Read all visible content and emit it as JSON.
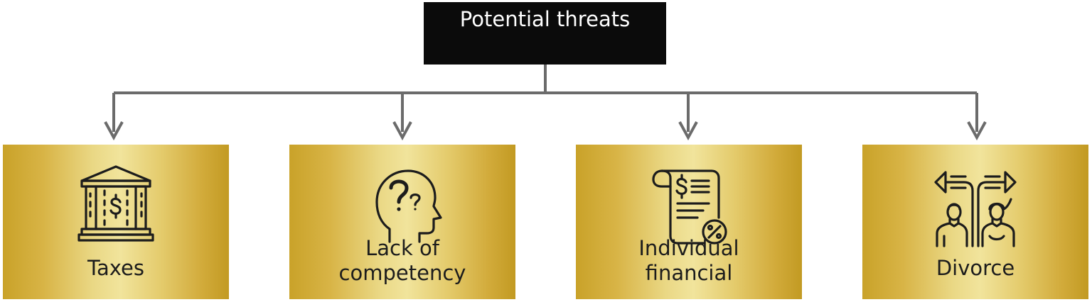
{
  "diagram": {
    "root": {
      "label": "Potential threats"
    },
    "children": [
      {
        "label": [
          "Taxes"
        ],
        "icon": "bank-icon"
      },
      {
        "label": [
          "Lack of",
          "competency"
        ],
        "icon": "head-question-icon"
      },
      {
        "label": [
          "Individual",
          "financial"
        ],
        "icon": "invoice-percent-icon"
      },
      {
        "label": [
          "Divorce"
        ],
        "icon": "split-arrows-couple-icon"
      }
    ],
    "colors": {
      "root_fill": "#0b0b0b",
      "root_text": "#ffffff",
      "connector": "#6b6b6b",
      "gold_dark": "#c29a22",
      "gold_light": "#f1e49c",
      "icon_stroke": "#1c1c1c"
    }
  }
}
